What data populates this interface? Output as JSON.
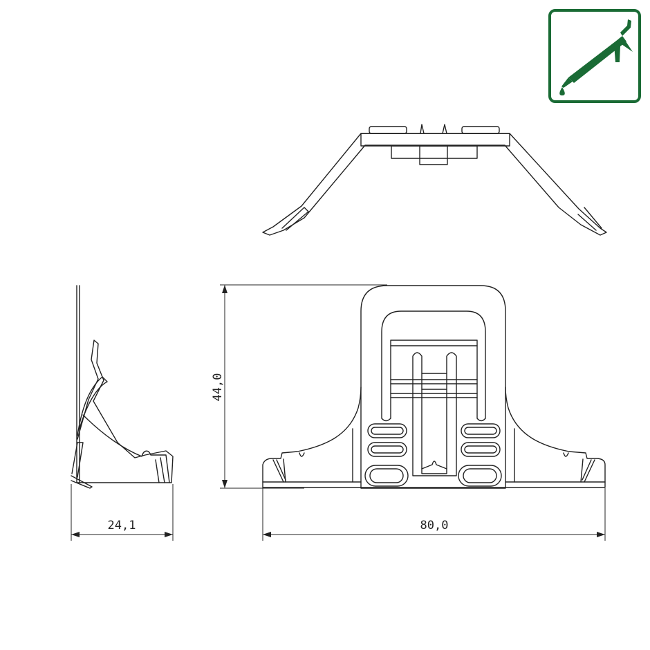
{
  "drawing": {
    "dimensions": {
      "height": "44,0",
      "depth": "24,1",
      "width": "80,0"
    },
    "icon": {
      "name": "caulking-gun-icon",
      "color": "#1a6b35"
    }
  }
}
